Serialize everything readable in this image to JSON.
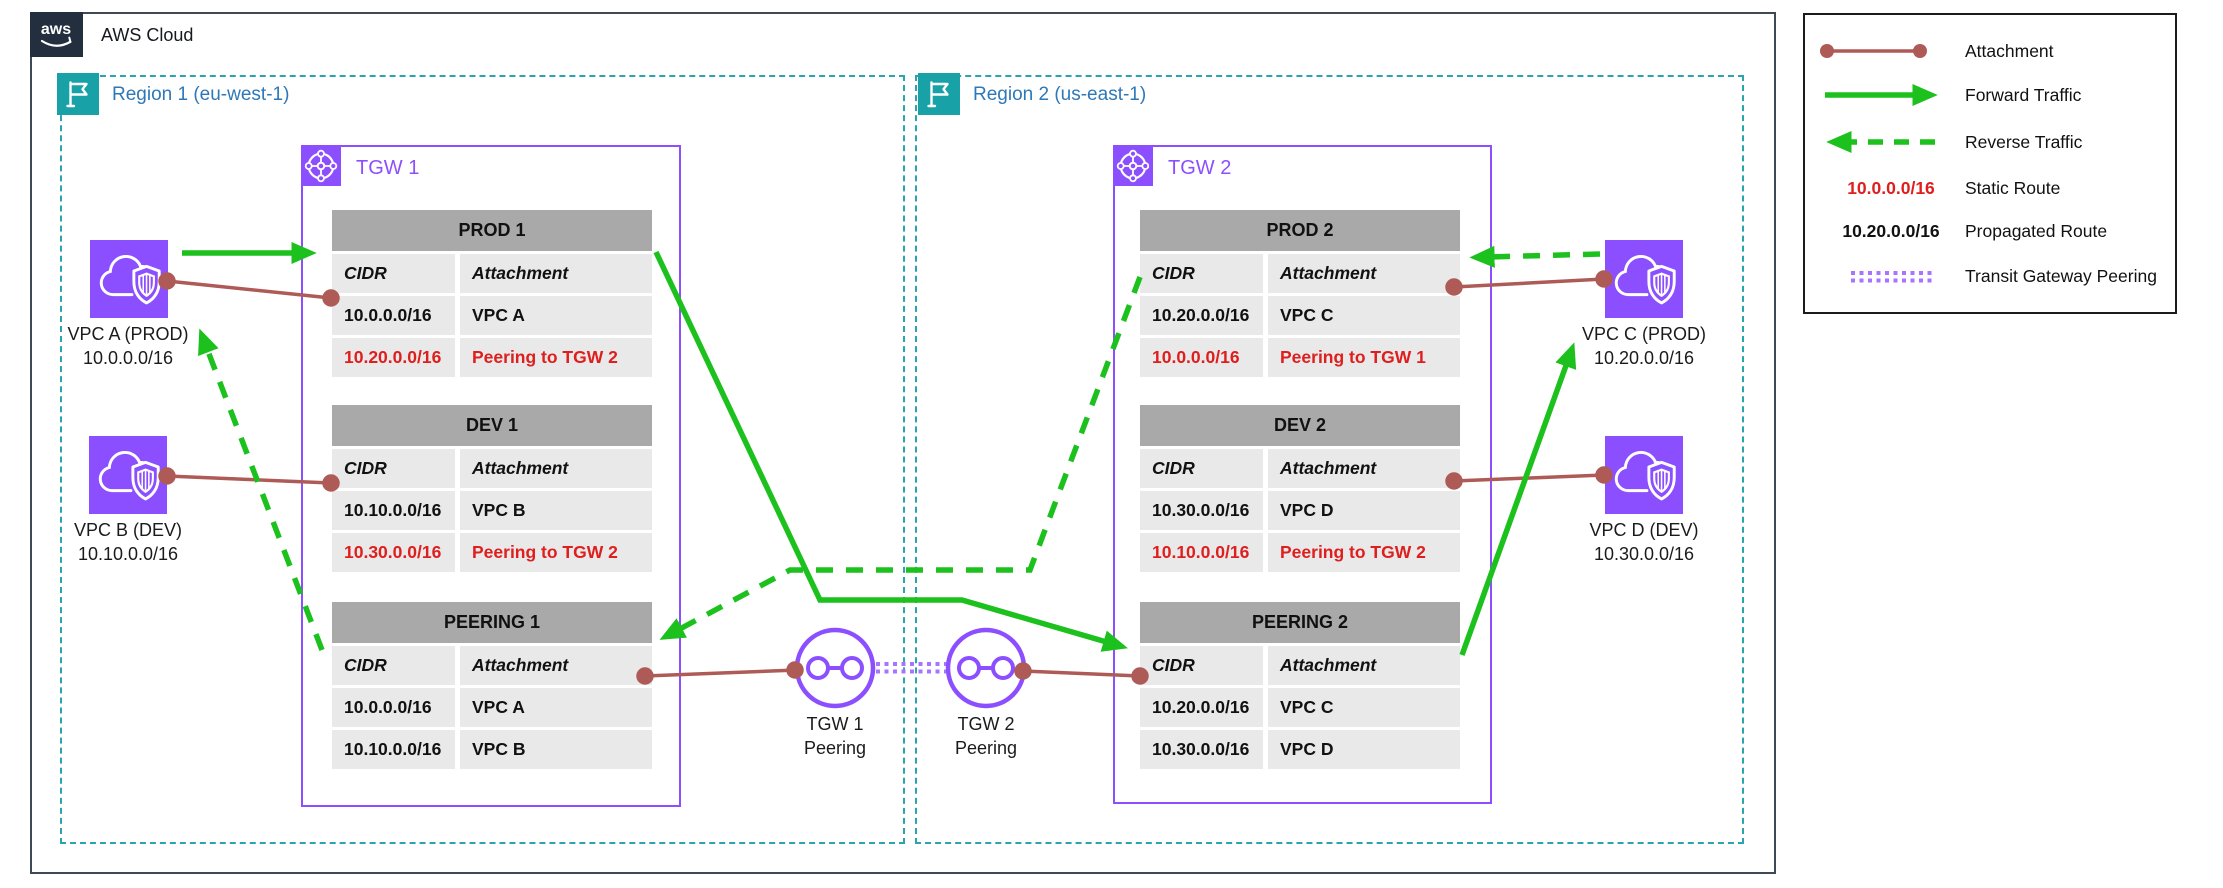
{
  "title": "AWS Cloud",
  "colors": {
    "purple": "#8C4FFF",
    "teal": "#2AA5AD",
    "green": "#1DC11D",
    "attachment_brown": "#AE5B57",
    "static_red": "#DF1E1E",
    "region_label_blue": "#2E78B8",
    "navy": "#232F3E",
    "table_header_gray": "#A9A9A9",
    "table_row_gray": "#E9E9E9",
    "peering_dotted_purple": "#A873FF"
  },
  "regions": [
    {
      "label": "Region 1 (eu-west-1)"
    },
    {
      "label": "Region 2 (us-east-1)"
    }
  ],
  "tgws": [
    {
      "label": "TGW 1",
      "tables": [
        {
          "title": "PROD 1",
          "col_cidr": "CIDR",
          "col_attachment": "Attachment",
          "rows": [
            {
              "cidr": "10.0.0.0/16",
              "attachment": "VPC A",
              "static": false
            },
            {
              "cidr": "10.20.0.0/16",
              "attachment": "Peering to TGW 2",
              "static": true
            }
          ]
        },
        {
          "title": "DEV 1",
          "col_cidr": "CIDR",
          "col_attachment": "Attachment",
          "rows": [
            {
              "cidr": "10.10.0.0/16",
              "attachment": "VPC B",
              "static": false
            },
            {
              "cidr": "10.30.0.0/16",
              "attachment": "Peering to TGW 2",
              "static": true
            }
          ]
        },
        {
          "title": "PEERING 1",
          "col_cidr": "CIDR",
          "col_attachment": "Attachment",
          "rows": [
            {
              "cidr": "10.0.0.0/16",
              "attachment": "VPC A",
              "static": false
            },
            {
              "cidr": "10.10.0.0/16",
              "attachment": "VPC B",
              "static": false
            }
          ]
        }
      ]
    },
    {
      "label": "TGW 2",
      "tables": [
        {
          "title": "PROD 2",
          "col_cidr": "CIDR",
          "col_attachment": "Attachment",
          "rows": [
            {
              "cidr": "10.20.0.0/16",
              "attachment": "VPC C",
              "static": false
            },
            {
              "cidr": "10.0.0.0/16",
              "attachment": "Peering to TGW 1",
              "static": true
            }
          ]
        },
        {
          "title": "DEV 2",
          "col_cidr": "CIDR",
          "col_attachment": "Attachment",
          "rows": [
            {
              "cidr": "10.30.0.0/16",
              "attachment": "VPC D",
              "static": false
            },
            {
              "cidr": "10.10.0.0/16",
              "attachment": "Peering to TGW 2",
              "static": true
            }
          ]
        },
        {
          "title": "PEERING 2",
          "col_cidr": "CIDR",
          "col_attachment": "Attachment",
          "rows": [
            {
              "cidr": "10.20.0.0/16",
              "attachment": "VPC C",
              "static": false
            },
            {
              "cidr": "10.30.0.0/16",
              "attachment": "VPC D",
              "static": false
            }
          ]
        }
      ]
    }
  ],
  "vpcs": [
    {
      "name": "VPC A (PROD)",
      "cidr": "10.0.0.0/16"
    },
    {
      "name": "VPC B (DEV)",
      "cidr": "10.10.0.0/16"
    },
    {
      "name": "VPC C (PROD)",
      "cidr": "10.20.0.0/16"
    },
    {
      "name": "VPC D (DEV)",
      "cidr": "10.30.0.0/16"
    }
  ],
  "peering_nodes": [
    {
      "line1": "TGW 1",
      "line2": "Peering"
    },
    {
      "line1": "TGW 2",
      "line2": "Peering"
    }
  ],
  "legend": {
    "attachment": "Attachment",
    "forward": "Forward Traffic",
    "reverse": "Reverse Traffic",
    "static_route": "Static Route",
    "static_sample": "10.0.0.0/16",
    "propagated_route": "Propagated Route",
    "propagated_sample": "10.20.0.0/16",
    "tgw_peering": "Transit Gateway Peering"
  }
}
